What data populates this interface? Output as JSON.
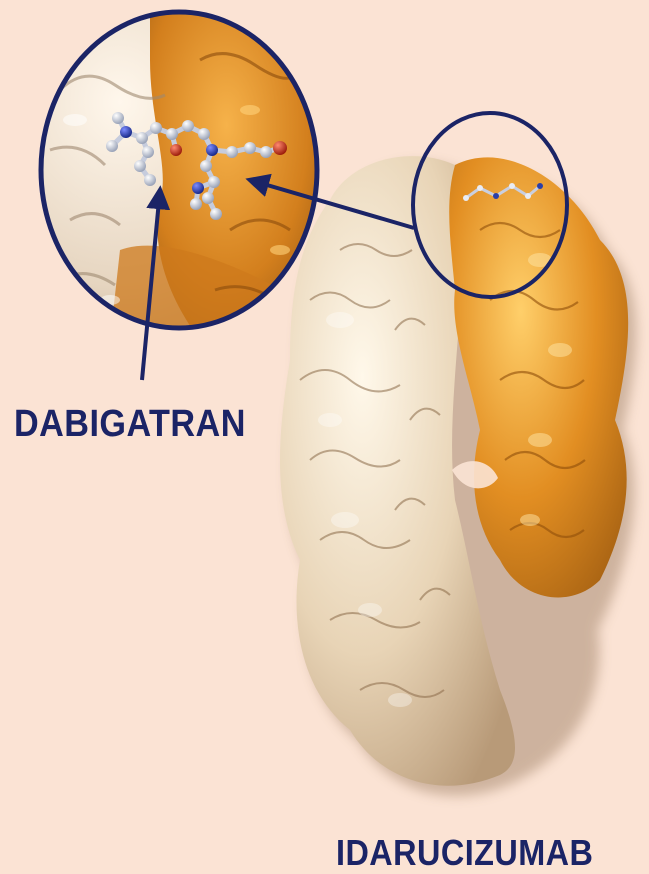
{
  "labels": {
    "ligand": "DABIGATRAN",
    "protein": "IDARUCIZUMAB"
  },
  "colors": {
    "background": "#fbe3d4",
    "light_chain_surface": "#e7d3b6",
    "heavy_chain_surface": "#d9861f",
    "annotation": "#1b2466",
    "atom_carbon": "#e9ecf4",
    "atom_nitrogen": "#2b3fa8",
    "atom_oxygen": "#c8351f"
  },
  "icons": {
    "protein": "protein-surface-illustration",
    "ligand": "ball-and-stick-molecule",
    "zoom": "magnifier-inset-circle"
  }
}
